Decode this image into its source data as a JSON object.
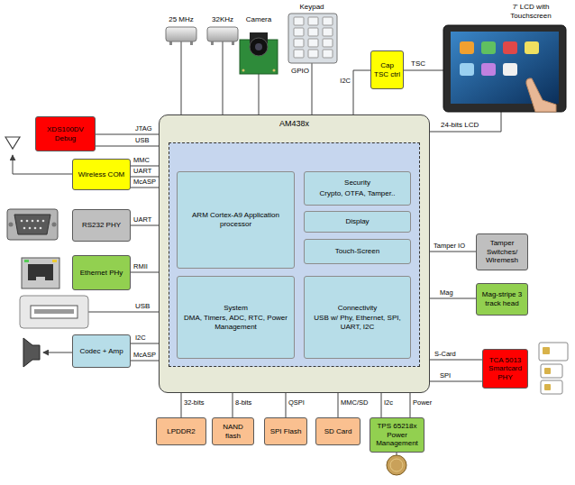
{
  "diagram": {
    "nodes": [
      {
        "text": [
          "XDS100DV Debug"
        ]
      },
      {
        "text": [
          "Wireless COM"
        ]
      },
      {
        "text": [
          "RS232 PHY"
        ]
      },
      {
        "text": [
          "Ethernet PHy"
        ]
      },
      {
        "text": [
          "Codec + Amp"
        ]
      },
      {
        "text": [
          "Cap TSC ctrl"
        ]
      },
      {
        "text": [
          "AM438x"
        ]
      },
      {
        "text": [
          "ARM Cortex-A9 Application processor"
        ],
        "in": 6
      },
      {
        "text": [
          "Security",
          "Crypto, OTFA, Tamper.."
        ],
        "in": 6
      },
      {
        "text": [
          "Display"
        ],
        "in": 6
      },
      {
        "text": [
          "Touch-Screen"
        ],
        "in": 6
      },
      {
        "text": [
          "System",
          "DMA, Timers, ADC, RTC, Power Management"
        ],
        "in": 6
      },
      {
        "text": [
          "Connectivity",
          "USB w/ Phy, Ethernet, SPI, UART, I2C"
        ],
        "in": 6
      },
      {
        "text": [
          "Tamper Switches/ Wiremesh"
        ]
      },
      {
        "text": [
          "Mag-stripe 3 track head"
        ]
      },
      {
        "text": [
          "TCA 5013 Smartcard PHY"
        ]
      },
      {
        "text": [
          "LPDDR2"
        ]
      },
      {
        "text": [
          "NAND flash"
        ]
      },
      {
        "text": [
          "SPI Flash"
        ]
      },
      {
        "text": [
          "SD Card"
        ]
      },
      {
        "text": [
          "TPS 65218x Power Management"
        ]
      }
    ],
    "edges": [
      {
        "from": 0,
        "to": 6,
        "arrow": "none",
        "label": "JTAG"
      },
      {
        "from": 0,
        "to": 6,
        "arrow": "none",
        "label": "USB"
      },
      {
        "from": 1,
        "to": 6,
        "arrow": "none",
        "label": "MMC"
      },
      {
        "from": 1,
        "to": 6,
        "arrow": "none",
        "label": "UART"
      },
      {
        "from": 1,
        "to": 6,
        "arrow": "none",
        "label": "McASP"
      },
      {
        "from": 2,
        "to": 6,
        "arrow": "none",
        "label": "UART"
      },
      {
        "from": 3,
        "to": 6,
        "arrow": "none",
        "label": "RMII"
      },
      {
        "from": 4,
        "to": 6,
        "arrow": "none",
        "label": "I2C"
      },
      {
        "from": 4,
        "to": 6,
        "arrow": "none",
        "label": "McASP"
      },
      {
        "from": 5,
        "to": 6,
        "arrow": "none",
        "label": "I2C"
      },
      {
        "from": 6,
        "to": 13,
        "arrow": "none",
        "label": "Tamper IO"
      },
      {
        "from": 6,
        "to": 14,
        "arrow": "none",
        "label": "Mag"
      },
      {
        "from": 6,
        "to": 15,
        "arrow": "none",
        "label": "S-Card"
      },
      {
        "from": 6,
        "to": 15,
        "arrow": "none",
        "label": "SPI"
      },
      {
        "from": 6,
        "to": 16,
        "arrow": "none",
        "label": "32-bits"
      },
      {
        "from": 6,
        "to": 17,
        "arrow": "none",
        "label": "8-bits"
      },
      {
        "from": 6,
        "to": 18,
        "arrow": "none",
        "label": "QSPI"
      },
      {
        "from": 6,
        "to": 19,
        "arrow": "none",
        "label": "MMC/SD"
      },
      {
        "from": 6,
        "to": 20,
        "arrow": "none",
        "label": "I2c"
      },
      {
        "from": 6,
        "to": 20,
        "arrow": "none",
        "label": "Power"
      }
    ],
    "labels": [
      "25 MHz",
      "32KHz",
      "Camera",
      "Keypad",
      "7' LCD with Touchscreen",
      "GPIO",
      "TSC",
      "24-bits LCD",
      "USB"
    ]
  }
}
